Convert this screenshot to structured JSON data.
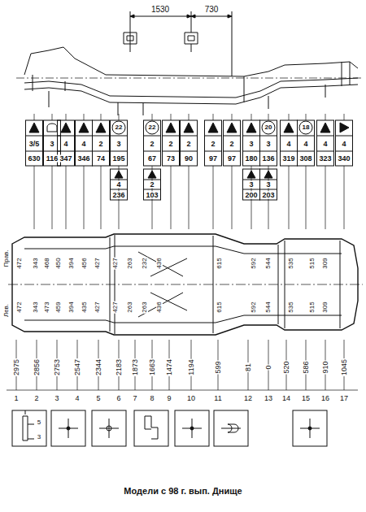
{
  "diagram": {
    "caption": "Модели с 98 г. вып. Днище",
    "labels": [
      "1530",
      "730",
      "3/5",
      "3",
      "4",
      "4",
      "2",
      "3",
      "2",
      "2",
      "2",
      "2",
      "2",
      "3",
      "3",
      "4",
      "4",
      "4",
      "4",
      "630",
      "116",
      "347",
      "346",
      "74",
      "195",
      "67",
      "73",
      "90",
      "97",
      "97",
      "180",
      "136",
      "319",
      "308",
      "323",
      "340",
      "22",
      "22",
      "20",
      "18",
      "4",
      "236",
      "2",
      "103",
      "3",
      "200",
      "3",
      "203",
      "Прав.",
      "Лев.",
      "472",
      "343",
      "468",
      "450",
      "394",
      "456",
      "427",
      "427",
      "263",
      "232",
      "436",
      "615",
      "592",
      "544",
      "535",
      "515",
      "309",
      "472",
      "343",
      "473",
      "459",
      "394",
      "435",
      "427",
      "427",
      "263",
      "263",
      "436",
      "615",
      "592",
      "544",
      "535",
      "515",
      "309",
      "2975",
      "2856",
      "2753",
      "2547",
      "2344",
      "2183",
      "1873",
      "1663",
      "1474",
      "1194",
      "599",
      "81",
      "0",
      "520",
      "586",
      "910",
      "1045",
      "1",
      "2",
      "3",
      "4",
      "5",
      "6",
      "7",
      "8",
      "9",
      "10",
      "11",
      "12",
      "13",
      "14",
      "15",
      "16",
      "17",
      "5",
      "3"
    ]
  }
}
